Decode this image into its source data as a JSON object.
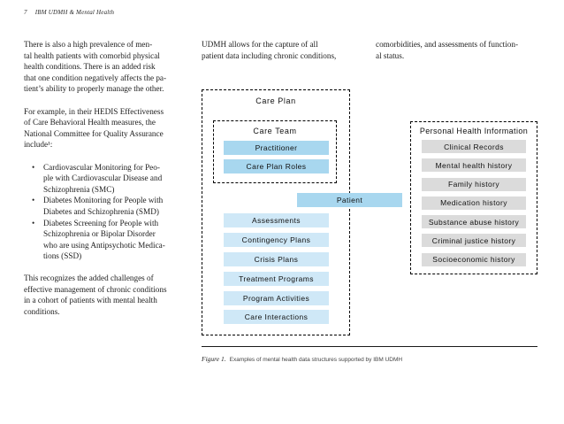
{
  "header": {
    "page_number": "7",
    "title": "IBM UDMH & Mental Health"
  },
  "columns": {
    "left": {
      "para1": "There is also a high prevalence of men-\ntal health patients with comorbid physical\nhealth conditions. There is an added risk\nthat one condition negatively affects the pa-\ntient’s ability to properly manage the other.",
      "para2": "For example, in their HEDIS Effectiveness\nof Care Behavioral Health measures, the\nNational Committee for Quality Assurance\ninclude¹:",
      "bullet_char": "•",
      "bullets": [
        "Cardiovascular Monitoring for Peo-\nple with Cardiovascular Disease and\nSchizophrenia (SMC)",
        "Diabetes Monitoring for People with\nDiabetes and Schizophrenia (SMD)",
        "Diabetes Screening for People with\nSchizophrenia or Bipolar Disorder\nwho are using Antipsychotic Medica-\ntions (SSD)"
      ],
      "para3": "This recognizes the added challenges of\neffective management of chronic conditions\nin a cohort of patients with mental health\nconditions."
    },
    "middle": "UDMH allows for the capture of all\npatient data including chronic conditions,",
    "right": "comorbidities, and assessments of function-\nal status."
  },
  "diagram": {
    "care_plan_label": "Care Plan",
    "care_team_label": "Care Team",
    "care_team_items": [
      "Practitioner",
      "Care Plan Roles"
    ],
    "patient_label": "Patient",
    "care_plan_items": [
      "Assessments",
      "Contingency Plans",
      "Crisis Plans",
      "Treatment Programs",
      "Program Activities",
      "Care Interactions"
    ],
    "phi_label": "Personal Health Information",
    "phi_items": [
      "Clinical Records",
      "Mental health history",
      "Family history",
      "Medication history",
      "Substance abuse history",
      "Criminal justice history",
      "Socioeconomic history"
    ],
    "colors": {
      "blue_strong": "#a8d7ef",
      "blue_light": "#cfe8f7",
      "gray_box": "#dbdbdb"
    }
  },
  "caption": {
    "label": "Figure 1.",
    "text": "Examples of mental health data structures supported by IBM UDMH"
  }
}
